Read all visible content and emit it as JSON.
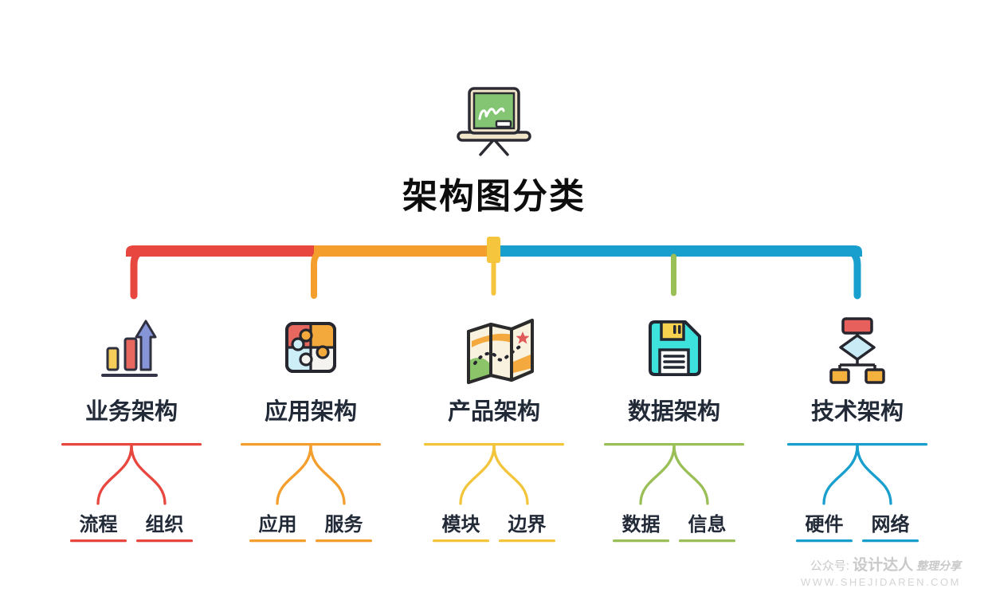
{
  "palette": {
    "background": "#ffffff",
    "label_text": "#222a38",
    "title_text": "#0d0d0d",
    "watermark_text": "#c9c9c9"
  },
  "header": {
    "icon": "blackboard-icon",
    "title": "架构图分类"
  },
  "root_connector": {
    "center_tab_color": "#f5c53e",
    "segments": [
      {
        "name": "left",
        "color": "#e8473f"
      },
      {
        "name": "middle",
        "color": "#f49e2d"
      },
      {
        "name": "right",
        "color": "#189fce"
      }
    ]
  },
  "branches": [
    {
      "label": "业务架构",
      "icon": "bar-chart-icon",
      "color": "#e8473f",
      "children": [
        "流程",
        "组织"
      ]
    },
    {
      "label": "应用架构",
      "icon": "puzzle-icon",
      "color": "#f49e2d",
      "children": [
        "应用",
        "服务"
      ]
    },
    {
      "label": "产品架构",
      "icon": "map-icon",
      "color": "#f2c53d",
      "children": [
        "模块",
        "边界"
      ]
    },
    {
      "label": "数据架构",
      "icon": "floppy-disk-icon",
      "color": "#9abf56",
      "children": [
        "数据",
        "信息"
      ]
    },
    {
      "label": "技术架构",
      "icon": "flowchart-icon",
      "color": "#189fce",
      "children": [
        "硬件",
        "网络"
      ]
    }
  ],
  "watermark": {
    "prefix": "公众号: ",
    "brand": "设计达人",
    "suffix": " 整理分享",
    "url": "WWW.SHEJIDAREN.COM"
  }
}
